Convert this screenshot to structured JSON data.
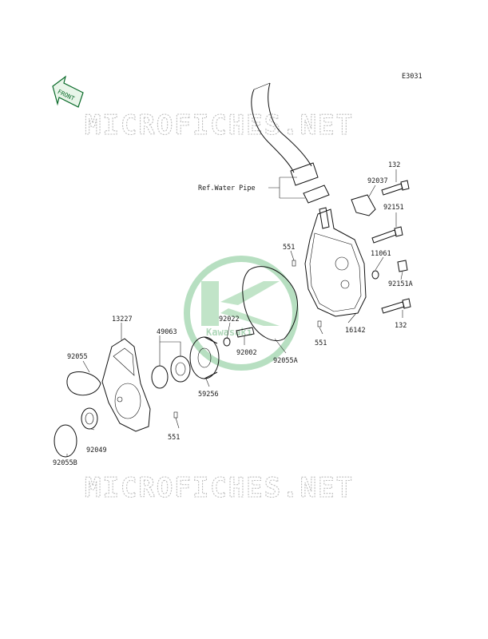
{
  "diagram_code": "E3031",
  "front_label": "FRONT",
  "watermark_text": "MICROFICHES.NET",
  "logo_text": "Kawasaki",
  "ref_label": "Ref.Water Pipe",
  "parts": {
    "p132_top": "132",
    "p92037": "92037",
    "p92151": "92151",
    "p551_top": "551",
    "p11061": "11061",
    "p92151a": "92151A",
    "p13227": "13227",
    "p49063": "49063",
    "p92022": "92022",
    "p92002": "92002",
    "p92055a": "92055A",
    "p16142": "16142",
    "p551_mid": "551",
    "p132_bottom": "132",
    "p92055": "92055",
    "p59256": "59256",
    "p92049": "92049",
    "p551_bottom": "551",
    "p92055b": "92055B"
  },
  "colors": {
    "accent_green": "#0b6b2a",
    "ink": "#111111",
    "watermark": "#bdbdbd"
  }
}
